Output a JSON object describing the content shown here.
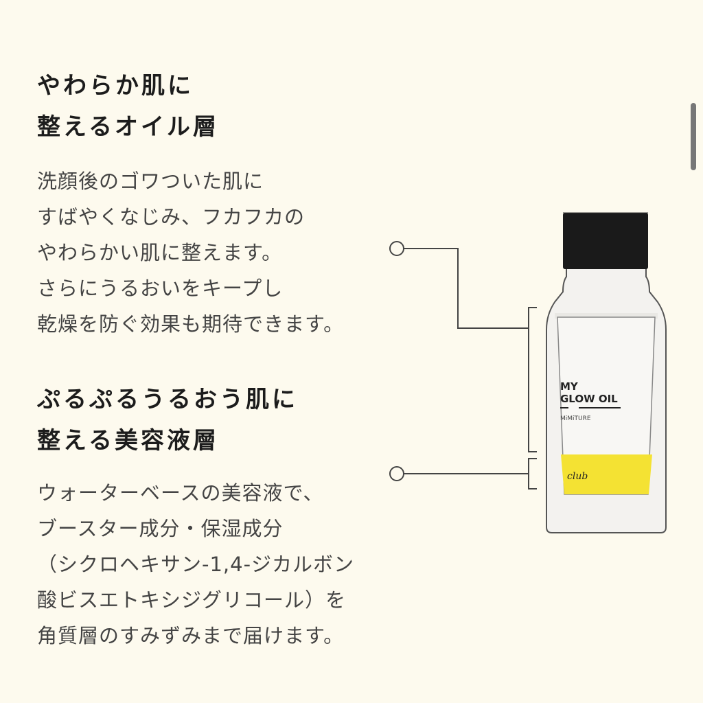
{
  "section_oil": {
    "heading_lines": [
      "やわらか肌に",
      "整えるオイル層"
    ],
    "body_lines": [
      "洗顔後のゴワついた肌に",
      "すばやくなじみ、フカフカの",
      "やわらかい肌に整えます。",
      "さらにうるおいをキープし",
      "乾燥を防ぐ効果も期待できます。"
    ]
  },
  "section_serum": {
    "heading_lines": [
      "ぷるぷるうるおう肌に",
      "整える美容液層"
    ],
    "body_lines": [
      "ウォーターベースの美容液で、",
      "ブースター成分・保湿成分",
      "（シクロヘキサン-1,4-ジカルボン",
      "酸ビスエトキシジグリコール）を",
      "角質層のすみずみまで届けます。"
    ]
  },
  "product_label": {
    "name_line1": "MY",
    "name_line2": "GLOW OIL",
    "brand": "MiMiTURE",
    "script_logo": "club"
  },
  "colors": {
    "background": "#fdfaee",
    "cap": "#1a1a1a",
    "bottle_fill": "#f3f2ef",
    "serum_yellow": "#f4e233",
    "line": "#444444"
  }
}
